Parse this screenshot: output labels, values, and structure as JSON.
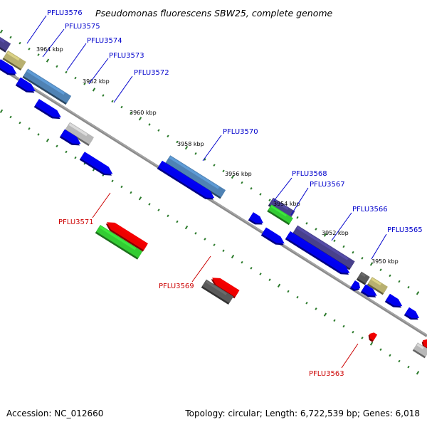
{
  "title": "Pseudomonas fluorescens SBW25, complete genome",
  "accession": "Accession: NC_012660",
  "topology": "Topology: circular; Length: 6,722,539 bp; Genes: 6,018",
  "scale_labels": [
    "3964 kbp",
    "3962 kbp",
    "3960 kbp",
    "3958 kbp",
    "3956 kbp",
    "3954 kbp",
    "3952 kbp",
    "3950 kbp"
  ],
  "gene_labels": {
    "PFLU3576": "PFLU3576",
    "PFLU3575": "PFLU3575",
    "PFLU3574": "PFLU3574",
    "PFLU3573": "PFLU3573",
    "PFLU3572": "PFLU3572",
    "PFLU3570": "PFLU3570",
    "PFLU3568": "PFLU3568",
    "PFLU3567": "PFLU3567",
    "PFLU3566": "PFLU3566",
    "PFLU3565": "PFLU3565",
    "PFLU3571": "PFLU3571",
    "PFLU3569": "PFLU3569",
    "PFLU3563": "PFLU3563"
  },
  "colors": {
    "backbone": "#7f7f7f",
    "cds_blue": "#0000ee",
    "cds_red": "#ee0000",
    "feature_steel": "#4f82b4",
    "feature_navy": "#48408c",
    "feature_olive": "#b8b070",
    "feature_green": "#33cc33",
    "feature_grey": "#5a5a5a",
    "feature_lightgrey": "#b8b8b8",
    "dots": "#2a7a2a",
    "label_forward": "#0000cc",
    "label_reverse": "#cc0000"
  }
}
